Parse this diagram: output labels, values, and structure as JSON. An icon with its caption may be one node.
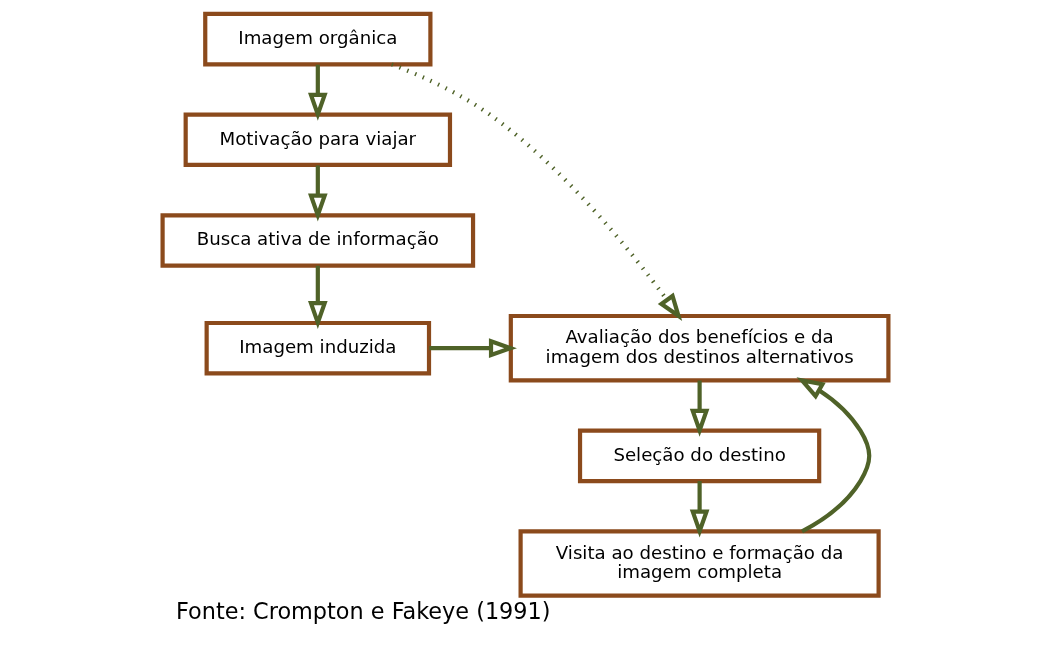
{
  "diagram": {
    "caption": "Fonte: Crompton e Fakeye (1991)",
    "nodes": [
      {
        "text": [
          "Imagem orgânica"
        ]
      },
      {
        "text": [
          "Motivação para viajar"
        ]
      },
      {
        "text": [
          "Busca ativa de informação"
        ]
      },
      {
        "text": [
          "Imagem induzida"
        ]
      },
      {
        "text": [
          "Avaliação dos benefícios e da imagem dos destinos alternativos"
        ]
      },
      {
        "text": [
          "Seleção do destino"
        ]
      },
      {
        "text": [
          "Visita ao destino e formação da imagem completa"
        ]
      }
    ],
    "edges": [
      {
        "from": 0,
        "to": 1,
        "arrow": "to"
      },
      {
        "from": 1,
        "to": 2,
        "arrow": "to"
      },
      {
        "from": 2,
        "to": 3,
        "arrow": "to"
      },
      {
        "from": 3,
        "to": 4,
        "arrow": "to"
      },
      {
        "from": 0,
        "to": 4,
        "arrow": "to",
        "style": "dashed"
      },
      {
        "from": 4,
        "to": 5,
        "arrow": "to"
      },
      {
        "from": 5,
        "to": 6,
        "arrow": "to"
      },
      {
        "from": 6,
        "to": 4,
        "arrow": "to"
      }
    ]
  }
}
